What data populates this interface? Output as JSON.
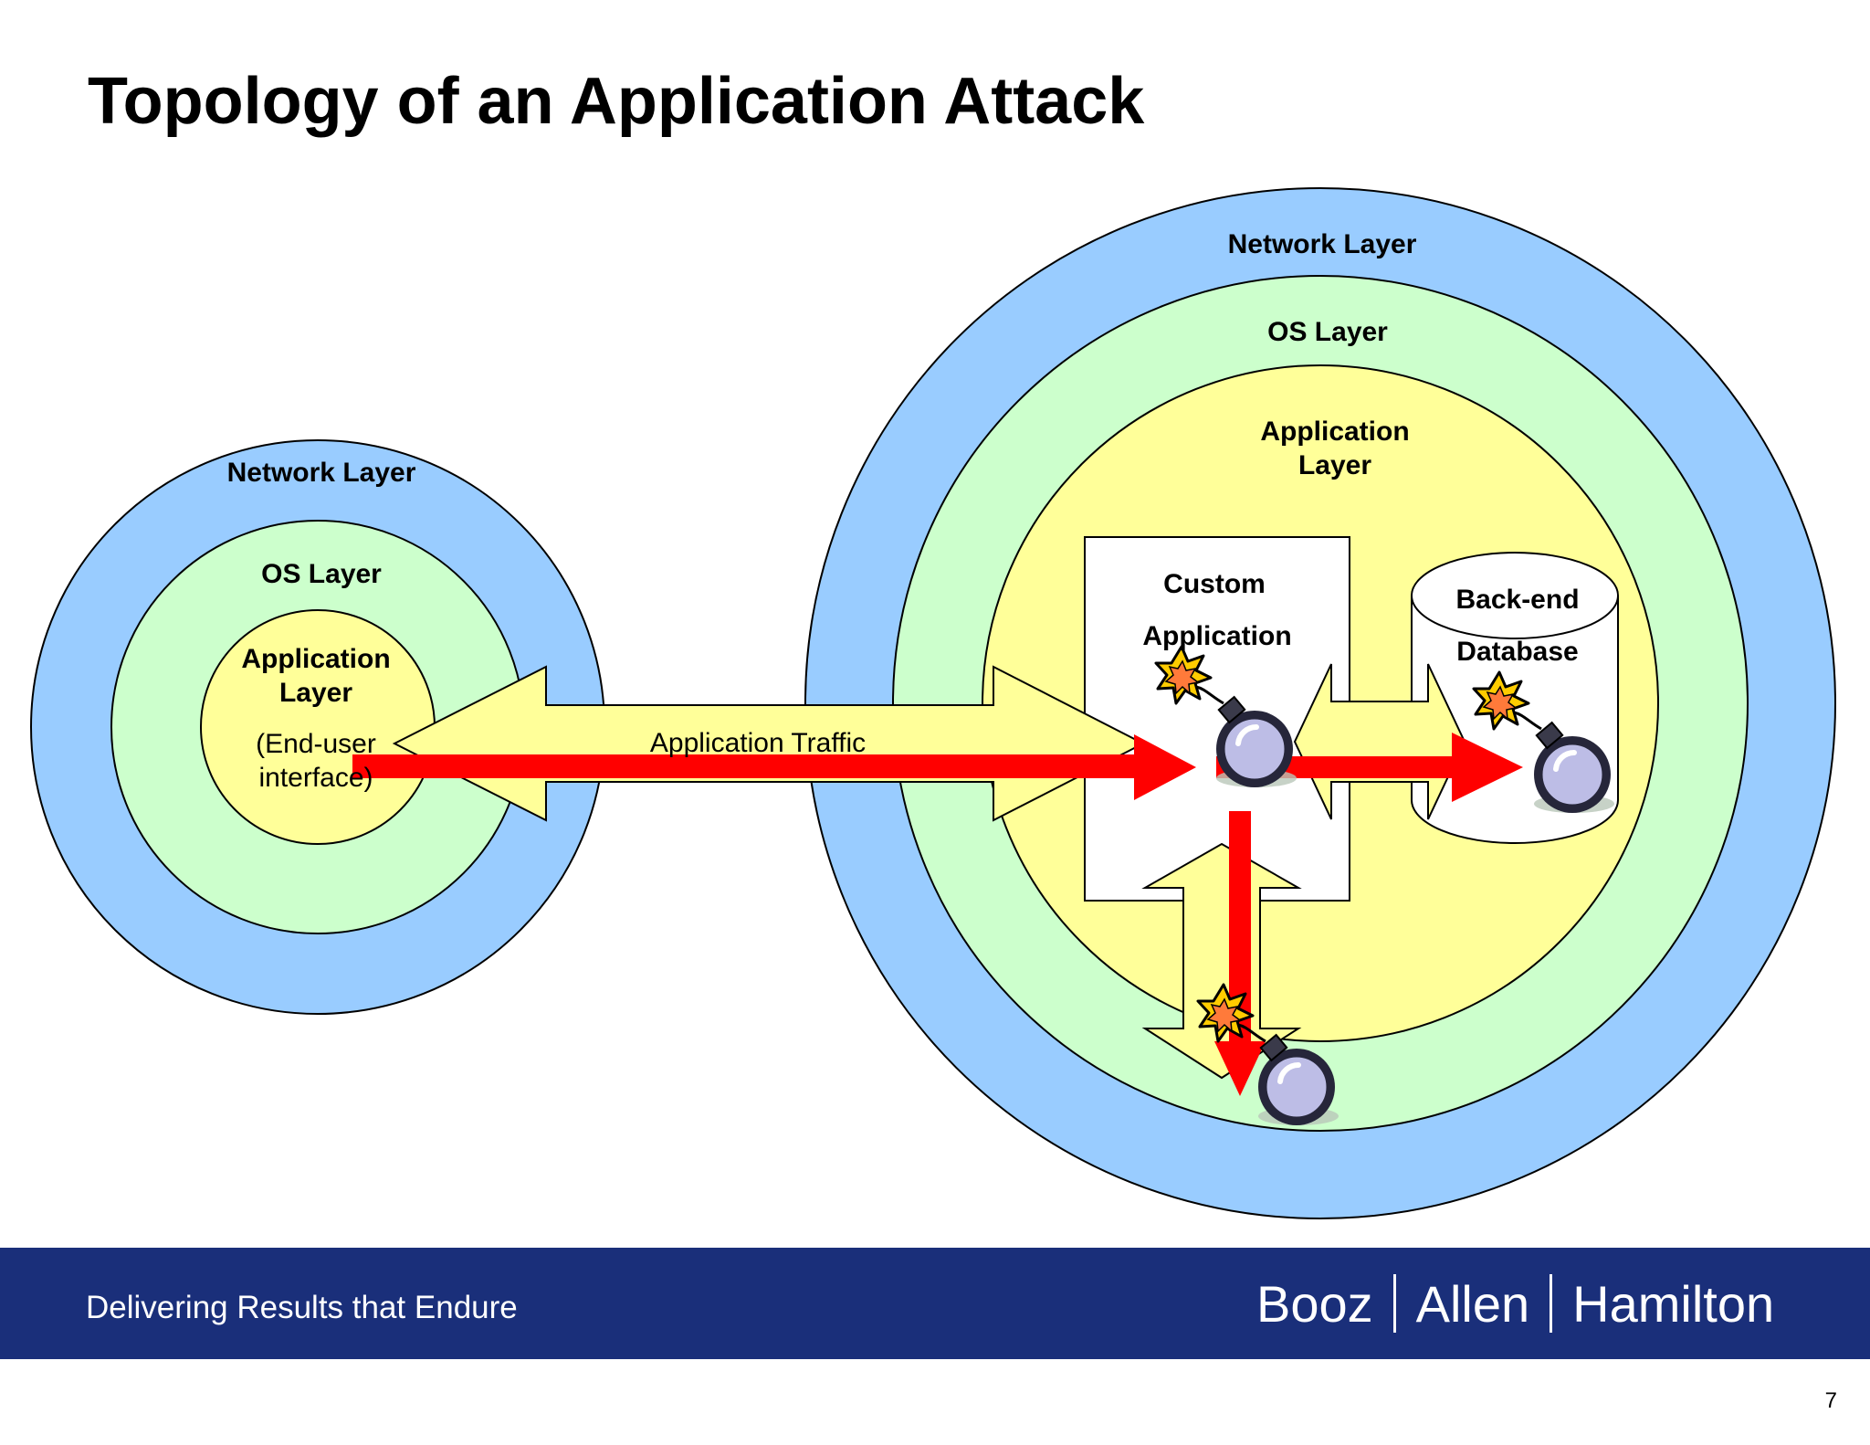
{
  "slide": {
    "title": "Topology of an Application Attack",
    "page_number": "7"
  },
  "client": {
    "network_layer": "Network Layer",
    "os_layer": "OS Layer",
    "app_layer_line1": "Application",
    "app_layer_line2": "Layer",
    "app_layer_sub1": "(End-user",
    "app_layer_sub2": "interface)"
  },
  "server": {
    "network_layer": "Network Layer",
    "os_layer": "OS Layer",
    "app_layer_line1": "Application",
    "app_layer_line2": "Layer",
    "custom_app_line1": "Custom",
    "custom_app_line2": "Application",
    "database_line1": "Back-end",
    "database_line2": "Database"
  },
  "traffic_label": "Application Traffic",
  "colors": {
    "network_layer": "#99ccff",
    "os_layer": "#ccffcc",
    "application_layer": "#ffff99",
    "attack_arrow": "#ff0000",
    "footer": "#1a2f7a"
  },
  "icons": [
    "bomb-icon",
    "bomb-icon",
    "bomb-icon"
  ],
  "footer": {
    "tagline": "Delivering Results that Endure",
    "logo_part1": "Booz",
    "logo_part2": "Allen",
    "logo_part3": "Hamilton"
  }
}
